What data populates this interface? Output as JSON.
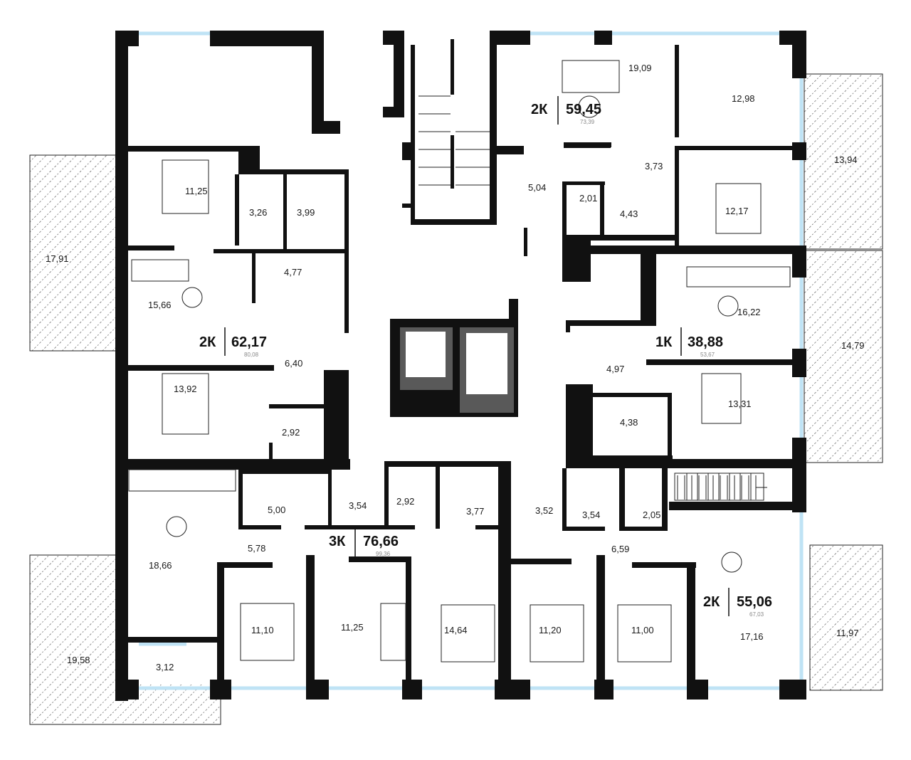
{
  "colors": {
    "wall": "#111111",
    "window": "#bfe3f5",
    "hatch": "#444444",
    "elevator": "#595959"
  },
  "apartments": [
    {
      "id": "apt-2k-59",
      "type": "2К",
      "area": "59,45",
      "total": "73,39"
    },
    {
      "id": "apt-2k-62",
      "type": "2К",
      "area": "62,17",
      "total": "80,08"
    },
    {
      "id": "apt-1k-38",
      "type": "1К",
      "area": "38,88",
      "total": "53,67"
    },
    {
      "id": "apt-3k-76",
      "type": "3К",
      "area": "76,66",
      "total": "99,36"
    },
    {
      "id": "apt-2k-55",
      "type": "2К",
      "area": "55,06",
      "total": "67,03"
    }
  ],
  "rooms": [
    "19,09",
    "12,98",
    "13,94",
    "3,73",
    "5,04",
    "2,01",
    "4,43",
    "12,17",
    "11,25",
    "3,26",
    "3,99",
    "17,91",
    "15,66",
    "4,77",
    "6,40",
    "13,92",
    "2,92",
    "16,22",
    "14,79",
    "4,97",
    "13,31",
    "4,38",
    "3,54",
    "2,92",
    "3,77",
    "5,00",
    "5,78",
    "18,66",
    "11,10",
    "11,25",
    "14,64",
    "3,12",
    "19,58",
    "3,52",
    "3,54",
    "2,05",
    "6,59",
    "11,20",
    "11,00",
    "17,16",
    "11,97"
  ]
}
